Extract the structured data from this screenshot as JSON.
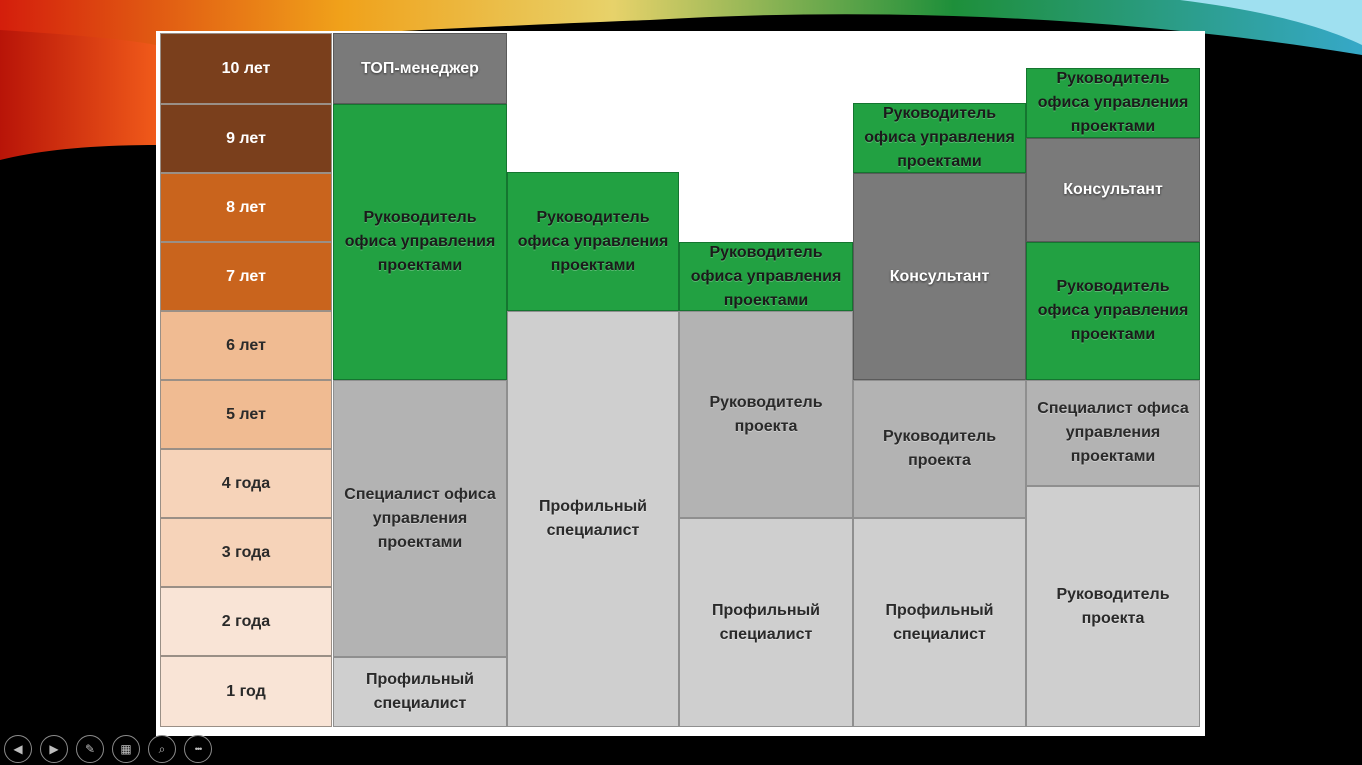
{
  "years": [
    "10 лет",
    "9 лет",
    "8 лет",
    "7 лет",
    "6 лет",
    "5 лет",
    "4 года",
    "3 года",
    "2 года",
    "1 год"
  ],
  "col1": {
    "top_manager": "ТОП-менеджер",
    "pmo_head": "Руководитель офиса управления проектами",
    "pmo_specialist": "Специалист офиса управления проектами",
    "profile_specialist": "Профильный специалист"
  },
  "col2": {
    "pmo_head": "Руководитель офиса управления проектами",
    "profile_specialist": "Профильный специалист"
  },
  "col3": {
    "pmo_head": "Руководитель офиса управления проектами",
    "project_manager": "Руководитель проекта",
    "profile_specialist": "Профильный специалист"
  },
  "col4": {
    "pmo_head": "Руководитель офиса управления проектами",
    "consultant": "Консультант",
    "project_manager": "Руководитель проекта",
    "profile_specialist": "Профильный специалист"
  },
  "col5": {
    "pmo_head_top": "Руководитель офиса управления проектами",
    "consultant": "Консультант",
    "pmo_head": "Руководитель офиса управления проектами",
    "pmo_specialist": "Специалист офиса управления проектами",
    "project_manager": "Руководитель проекта"
  },
  "colors": {
    "year_10": "#7a3f1c",
    "year_9": "#7a3f1c",
    "year_8": "#c9641d",
    "year_7": "#c9641d",
    "year_6": "#f0bb92",
    "year_5": "#f0bb92",
    "year_4": "#f6d3b9",
    "year_3": "#f6d3b9",
    "year_2": "#f9e4d6",
    "year_1": "#f9e4d6",
    "green": "#22a142"
  },
  "controls": {
    "prev": "◀",
    "next": "▶",
    "pen": "✎",
    "slides": "▦",
    "zoom": "⌕",
    "more": "•••"
  }
}
